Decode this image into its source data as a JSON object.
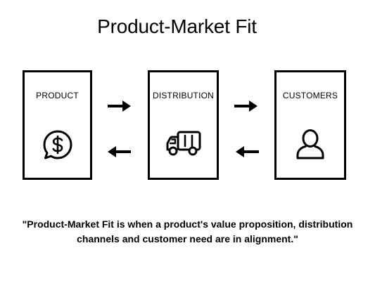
{
  "title": "Product-Market Fit",
  "boxes": [
    {
      "label": "PRODUCT",
      "icon": "dollar-speech-bubble-icon"
    },
    {
      "label": "DISTRIBUTION",
      "icon": "delivery-truck-icon"
    },
    {
      "label": "CUSTOMERS",
      "icon": "user-person-icon"
    }
  ],
  "arrows": [
    {
      "from": "PRODUCT",
      "to": "DISTRIBUTION",
      "icon": "arrow-right-icon"
    },
    {
      "from": "DISTRIBUTION",
      "to": "PRODUCT",
      "icon": "arrow-left-icon"
    },
    {
      "from": "DISTRIBUTION",
      "to": "CUSTOMERS",
      "icon": "arrow-right-icon"
    },
    {
      "from": "CUSTOMERS",
      "to": "DISTRIBUTION",
      "icon": "arrow-left-icon"
    }
  ],
  "quote": {
    "line1": "\"Product-Market Fit is when a product's value proposition, distribution",
    "line2": "channels and customer need are in alignment.\""
  },
  "colors": {
    "stroke": "#000000",
    "background": "#ffffff"
  }
}
